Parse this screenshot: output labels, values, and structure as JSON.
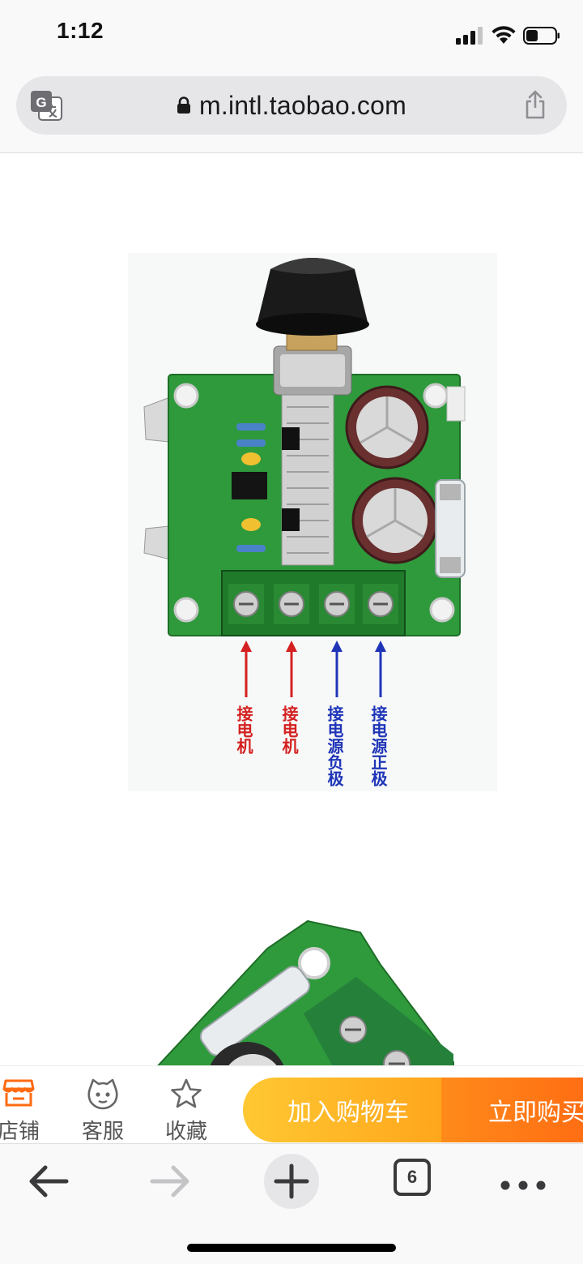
{
  "status_bar": {
    "time": "1:12"
  },
  "browser": {
    "url": "m.intl.taobao.com",
    "translate_icon": "translate-icon",
    "share_icon": "share-icon",
    "lock_icon": "lock-icon"
  },
  "product_image": {
    "labels": [
      {
        "text": "接电机",
        "color": "#d42020"
      },
      {
        "text": "接电机",
        "color": "#d42020"
      },
      {
        "text": "接电源负极",
        "color": "#1f35b8"
      },
      {
        "text": "接电源正极",
        "color": "#1f35b8"
      }
    ]
  },
  "action_bar": {
    "shop_label": "店铺",
    "service_label": "客服",
    "favorite_label": "收藏",
    "add_to_cart": "加入购物车",
    "buy_now": "立即购买"
  },
  "toolbar": {
    "tab_count": "6"
  },
  "colors": {
    "accent_orange": "#ff6a12",
    "cart_yellow": "#ffb320",
    "pcb_green": "#2f9a3c"
  }
}
